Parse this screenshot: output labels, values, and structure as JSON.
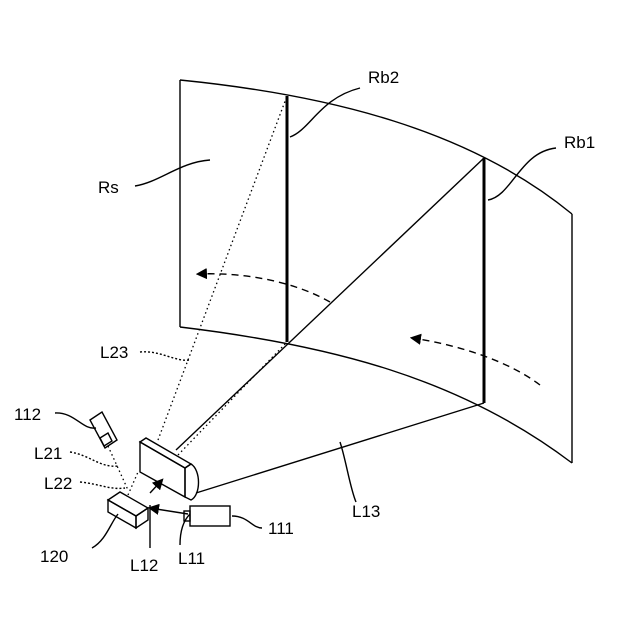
{
  "labels": {
    "rb2": "Rb2",
    "rb1": "Rb1",
    "rs": "Rs",
    "l23": "L23",
    "n112": "112",
    "l21": "L21",
    "l22": "L22",
    "n120": "120",
    "l12": "L12",
    "l11": "L11",
    "n111": "111",
    "l13": "L13"
  }
}
